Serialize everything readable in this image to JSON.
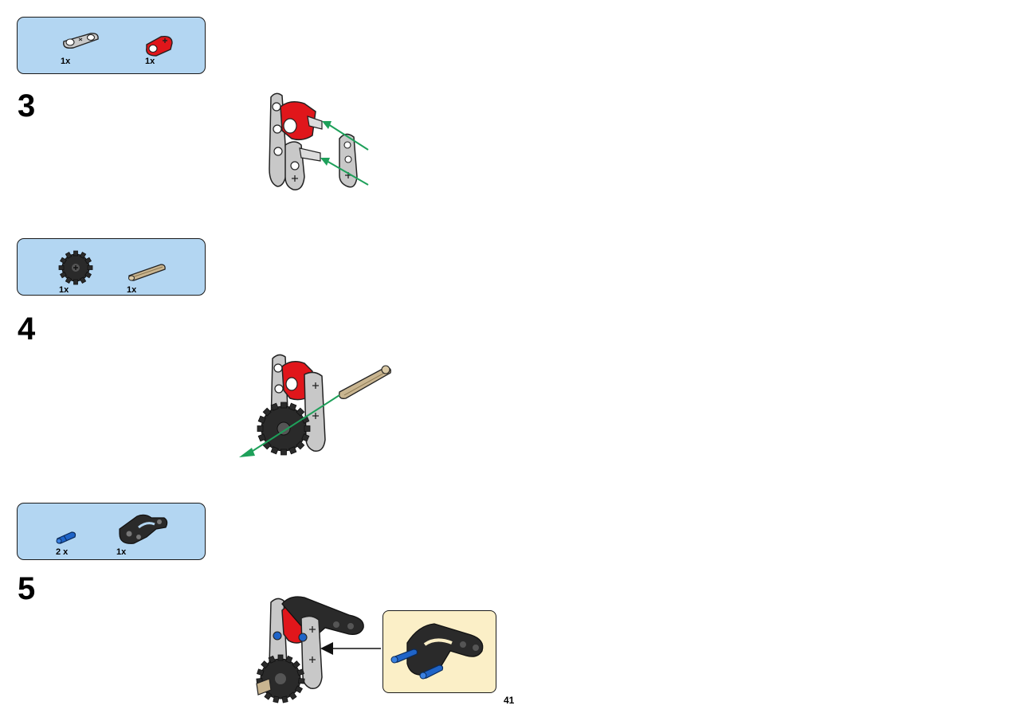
{
  "steps": [
    {
      "number": "3",
      "parts": [
        {
          "icon": "light-gray-2-hole-liftarm-icon",
          "qty": "1x"
        },
        {
          "icon": "red-cross-axle-connector-icon",
          "qty": "1x"
        }
      ]
    },
    {
      "number": "4",
      "parts": [
        {
          "icon": "black-gear-icon",
          "qty": "1x"
        },
        {
          "icon": "tan-axle-icon",
          "qty": "1x"
        }
      ]
    },
    {
      "number": "5",
      "parts": [
        {
          "icon": "blue-pin-icon",
          "qty": "2 x"
        },
        {
          "icon": "dark-gray-fork-liftarm-icon",
          "qty": "1x"
        }
      ]
    }
  ],
  "page_number": "41",
  "colors": {
    "parts_box_bg": "#b3d6f2",
    "callout_bg": "#fbefc7",
    "arrow_green": "#1ea05a",
    "red_part": "#e0161b",
    "light_gray_part": "#c8c8c8",
    "dark_part": "#2a2a2a",
    "blue_part": "#1f64c8",
    "tan_part": "#c9b590"
  }
}
